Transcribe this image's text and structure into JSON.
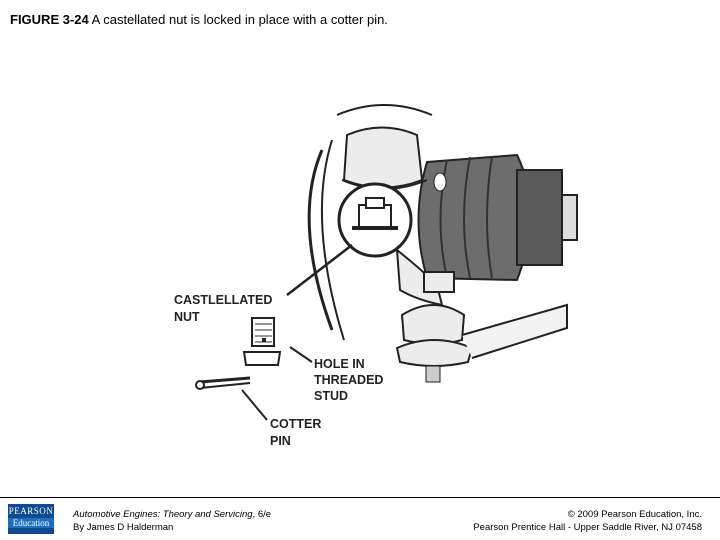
{
  "caption": {
    "figure_label": "FIGURE 3-24",
    "text": " A castellated nut is locked in place with a cotter pin."
  },
  "illustration": {
    "labels": {
      "nut_line1": "CASTLELLATED",
      "nut_line2": "NUT",
      "hole_line1": "HOLE IN",
      "hole_line2": "THREADED",
      "hole_line3": "STUD",
      "pin_line1": "COTTER",
      "pin_line2": "PIN"
    }
  },
  "footer": {
    "logo_top": "PEARSON",
    "logo_bottom": "Education",
    "book_title": "Automotive Engines: Theory and Servicing",
    "book_edition": ", 6/e",
    "author": "By James D Halderman",
    "copyright": "© 2009 Pearson Education, Inc.",
    "publisher": "Pearson Prentice Hall - Upper Saddle River, NJ 07458"
  }
}
